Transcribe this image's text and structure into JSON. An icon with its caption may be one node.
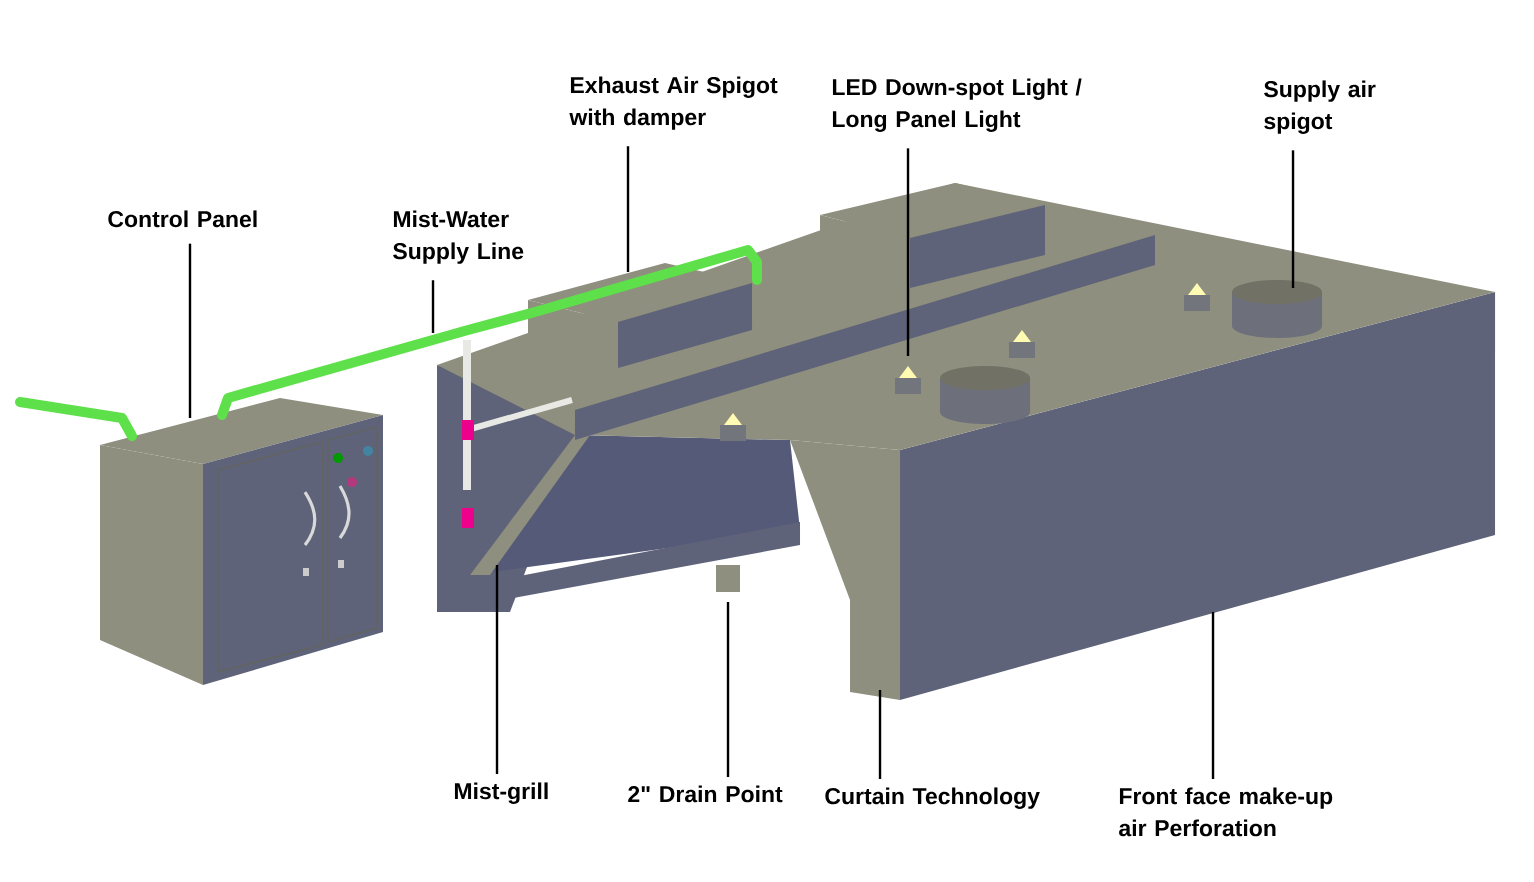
{
  "diagram": {
    "nodes": [
      {
        "text": [
          "Control Panel"
        ]
      },
      {
        "text": [
          "Mist-Water Supply Line"
        ]
      },
      {
        "text": [
          "Exhaust Air Spigot with damper"
        ]
      },
      {
        "text": [
          "LED Down-spot Light / Long Panel Light"
        ]
      },
      {
        "text": [
          "Supply air spigot"
        ]
      },
      {
        "text": [
          "Mist-grill"
        ]
      },
      {
        "text": [
          "2\" Drain Point"
        ]
      },
      {
        "text": [
          "Curtain Technology"
        ]
      },
      {
        "text": [
          "Front face make-up air Perforation"
        ]
      }
    ],
    "edges": [
      {
        "from": 0,
        "to": null,
        "arrow": "none"
      },
      {
        "from": 1,
        "to": null,
        "arrow": "none"
      },
      {
        "from": 2,
        "to": null,
        "arrow": "none"
      },
      {
        "from": 3,
        "to": null,
        "arrow": "none"
      },
      {
        "from": 4,
        "to": null,
        "arrow": "none"
      },
      {
        "from": 5,
        "to": null,
        "arrow": "none"
      },
      {
        "from": 6,
        "to": null,
        "arrow": "none"
      },
      {
        "from": 7,
        "to": null,
        "arrow": "none"
      },
      {
        "from": 8,
        "to": null,
        "arrow": "none"
      }
    ]
  }
}
